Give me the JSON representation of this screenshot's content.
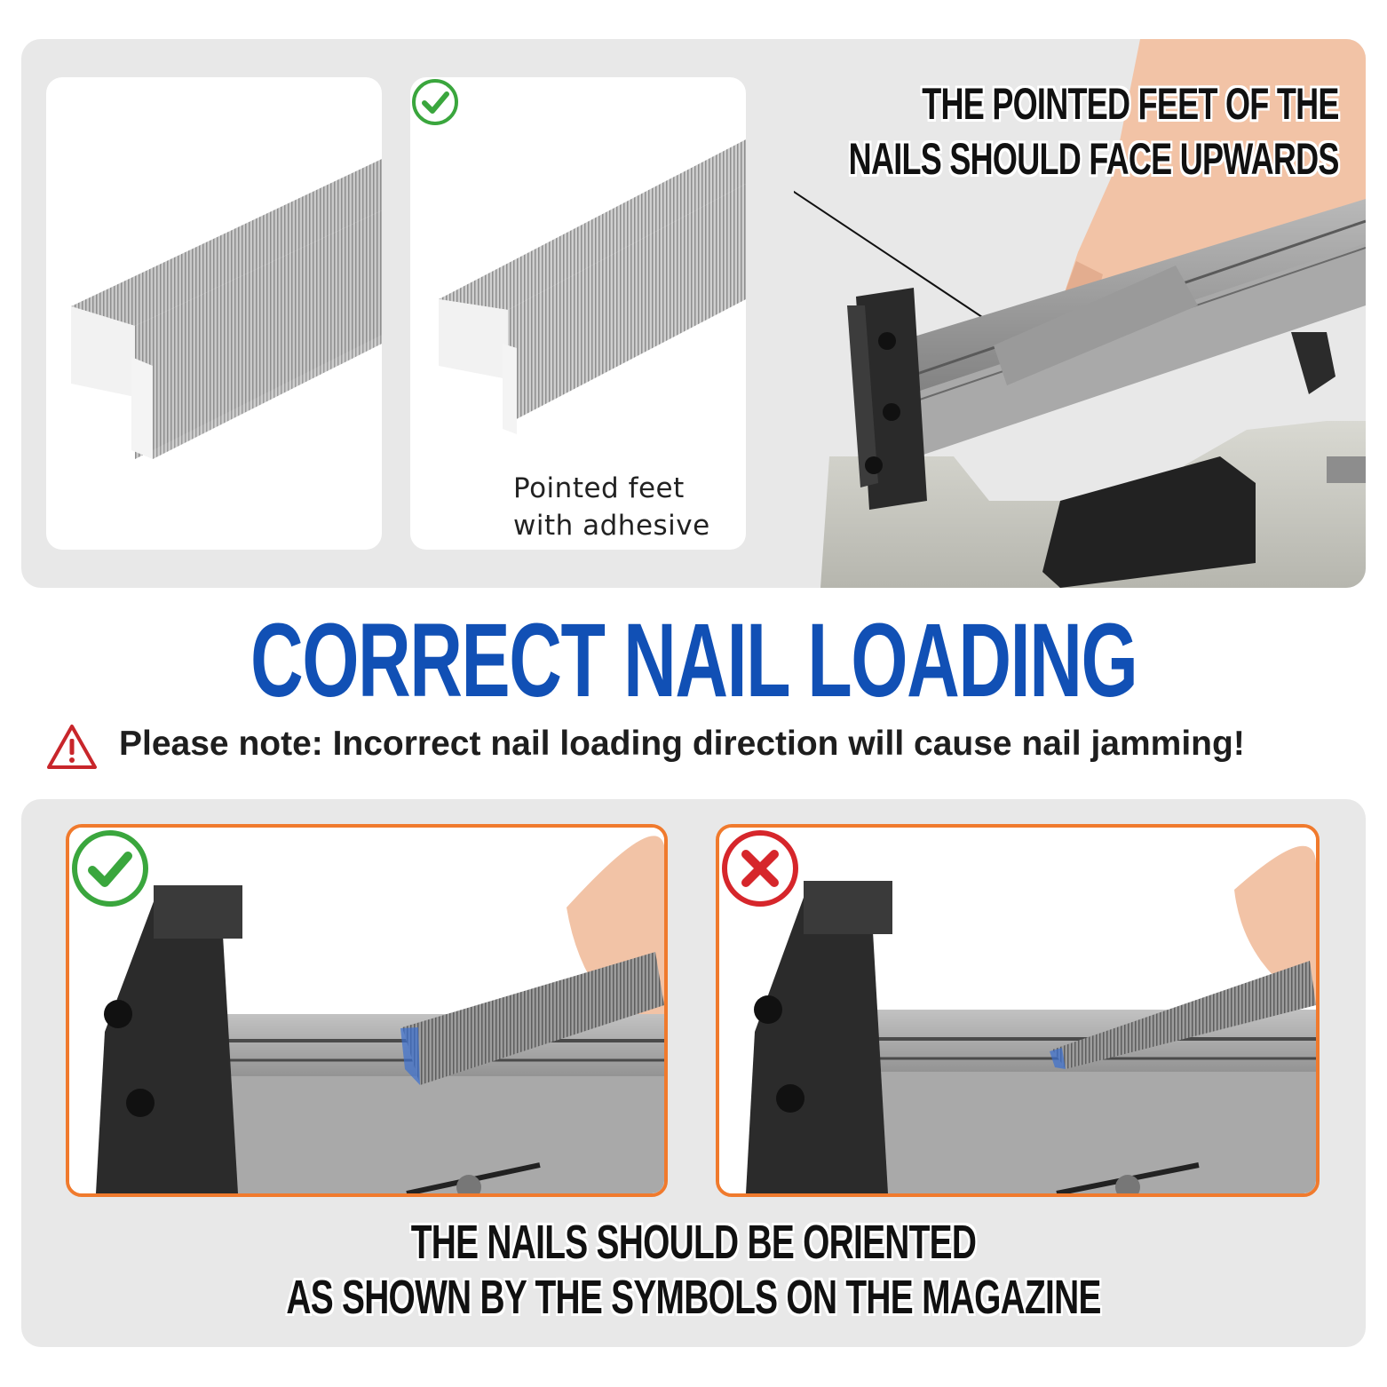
{
  "top_callout": {
    "line1": "THE POINTED FEET OF THE",
    "line2": "NAILS SHOULD FACE UPWARDS"
  },
  "adhesive_card": {
    "line1": "Pointed feet",
    "line2": "with adhesive"
  },
  "main_title": "CORRECT NAIL LOADING",
  "warning": "Please note: Incorrect nail loading direction will cause nail jamming!",
  "bottom_caption": {
    "line1": "THE NAILS SHOULD BE ORIENTED",
    "line2": "AS SHOWN BY THE SYMBOLS ON THE MAGAZINE"
  },
  "colors": {
    "title_blue": "#1150b5",
    "check_green": "#3aa63d",
    "cross_red": "#d6262b",
    "frame_orange": "#f07a2d",
    "warning_red": "#c8262b"
  },
  "icons": {
    "correct": "check-circle-icon",
    "wrong": "cross-circle-icon",
    "warning": "warning-triangle-icon"
  }
}
